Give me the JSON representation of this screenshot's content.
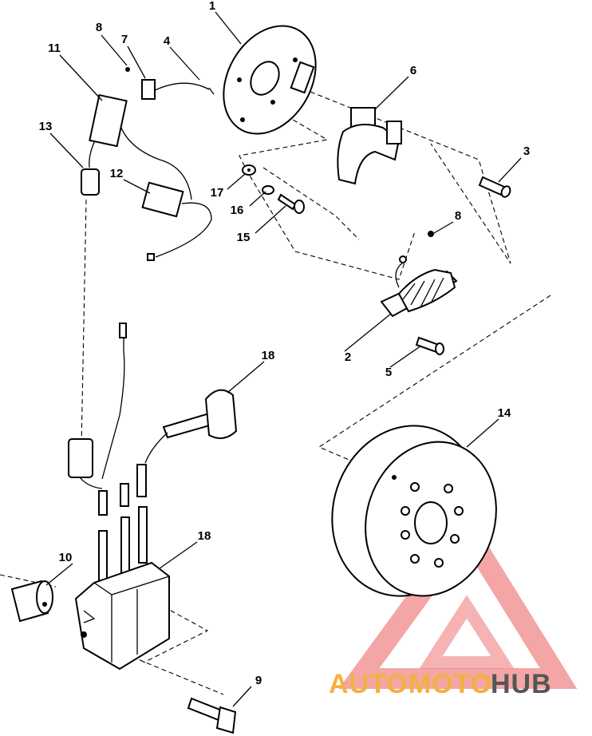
{
  "callouts": [
    {
      "label": "1"
    },
    {
      "label": "2"
    },
    {
      "label": "3"
    },
    {
      "label": "4"
    },
    {
      "label": "5"
    },
    {
      "label": "6"
    },
    {
      "label": "7"
    },
    {
      "label": "8"
    },
    {
      "label": "8"
    },
    {
      "label": "9"
    },
    {
      "label": "10"
    },
    {
      "label": "11"
    },
    {
      "label": "12"
    },
    {
      "label": "13"
    },
    {
      "label": "14"
    },
    {
      "label": "15"
    },
    {
      "label": "16"
    },
    {
      "label": "17"
    },
    {
      "label": "18"
    },
    {
      "label": "18"
    }
  ],
  "watermark": {
    "part1": "AUTOMOTO",
    "part2": "HUB",
    "color_primary": "#f08080",
    "color_secondary": "#f5b041",
    "color_dark": "#555555"
  }
}
